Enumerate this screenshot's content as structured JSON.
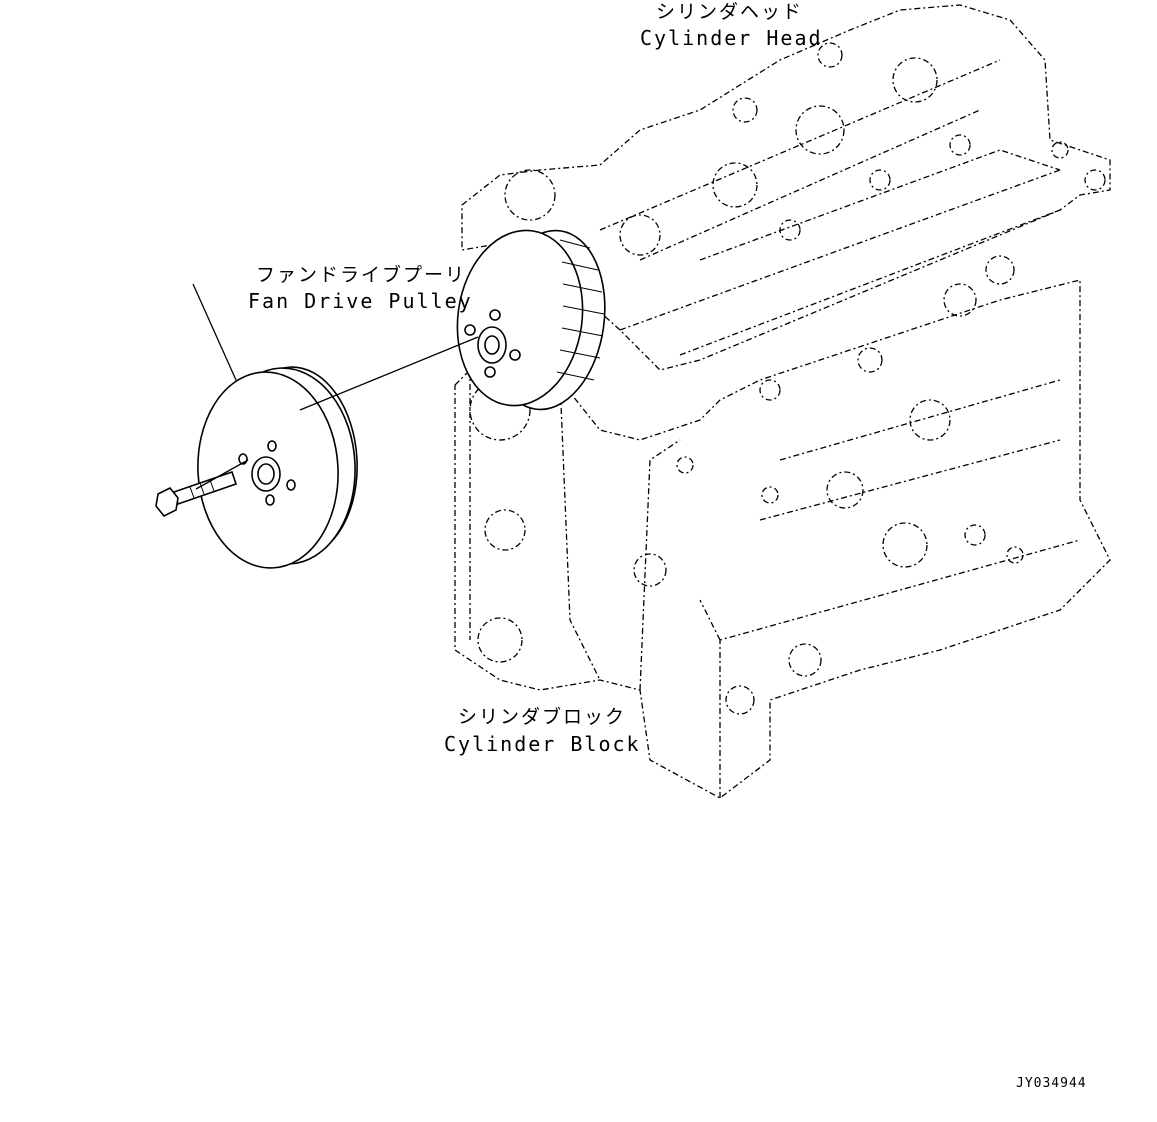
{
  "figure": {
    "labels": {
      "cylinder_head_jp": "シリンダヘッド",
      "cylinder_head_en": "Cylinder Head",
      "fan_drive_pulley_jp": "ファンドライブプーリ",
      "fan_drive_pulley_en": "Fan Drive Pulley",
      "cylinder_block_jp": "シリンダブロック",
      "cylinder_block_en": "Cylinder Block"
    },
    "reference_code": "JY034944",
    "line_color": "#000000",
    "background_color": "#ffffff"
  }
}
